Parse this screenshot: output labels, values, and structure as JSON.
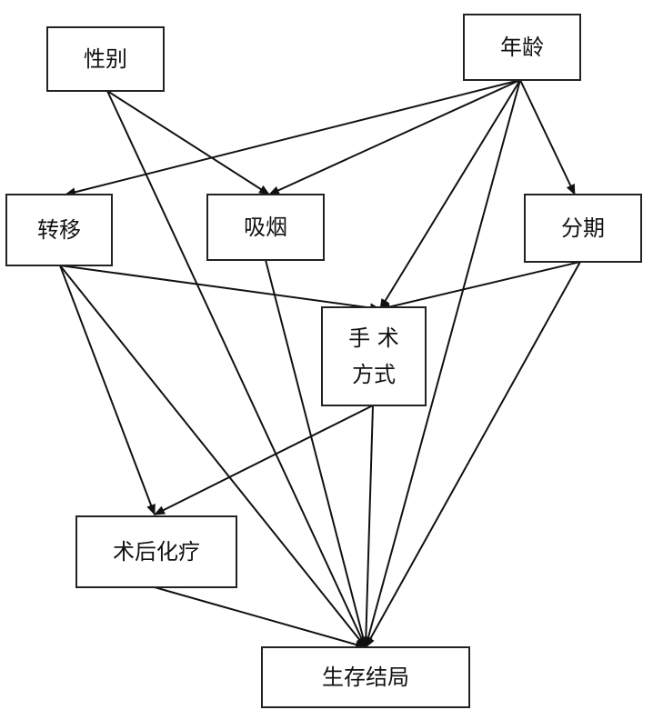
{
  "nodes": [
    {
      "id": "gender",
      "lines": [
        "性别"
      ]
    },
    {
      "id": "age",
      "lines": [
        "年龄"
      ]
    },
    {
      "id": "metastasis",
      "lines": [
        "转移"
      ]
    },
    {
      "id": "smoking",
      "lines": [
        "吸烟"
      ]
    },
    {
      "id": "stage",
      "lines": [
        "分期"
      ]
    },
    {
      "id": "surgery",
      "lines": [
        "手 术",
        "方式"
      ]
    },
    {
      "id": "chemo",
      "lines": [
        "术后化疗"
      ]
    },
    {
      "id": "outcome",
      "lines": [
        "生存结局"
      ]
    }
  ],
  "edges": [
    {
      "from": "gender",
      "to": "smoking"
    },
    {
      "from": "gender",
      "to": "outcome"
    },
    {
      "from": "age",
      "to": "metastasis"
    },
    {
      "from": "age",
      "to": "smoking"
    },
    {
      "from": "age",
      "to": "stage"
    },
    {
      "from": "age",
      "to": "surgery"
    },
    {
      "from": "age",
      "to": "outcome"
    },
    {
      "from": "metastasis",
      "to": "surgery"
    },
    {
      "from": "metastasis",
      "to": "chemo"
    },
    {
      "from": "metastasis",
      "to": "outcome"
    },
    {
      "from": "smoking",
      "to": "outcome"
    },
    {
      "from": "stage",
      "to": "surgery"
    },
    {
      "from": "stage",
      "to": "outcome"
    },
    {
      "from": "surgery",
      "to": "chemo"
    },
    {
      "from": "surgery",
      "to": "outcome"
    },
    {
      "from": "chemo",
      "to": "outcome"
    }
  ],
  "colors": {
    "stroke": "#111111",
    "box_border": "#222222",
    "background": "#ffffff"
  }
}
